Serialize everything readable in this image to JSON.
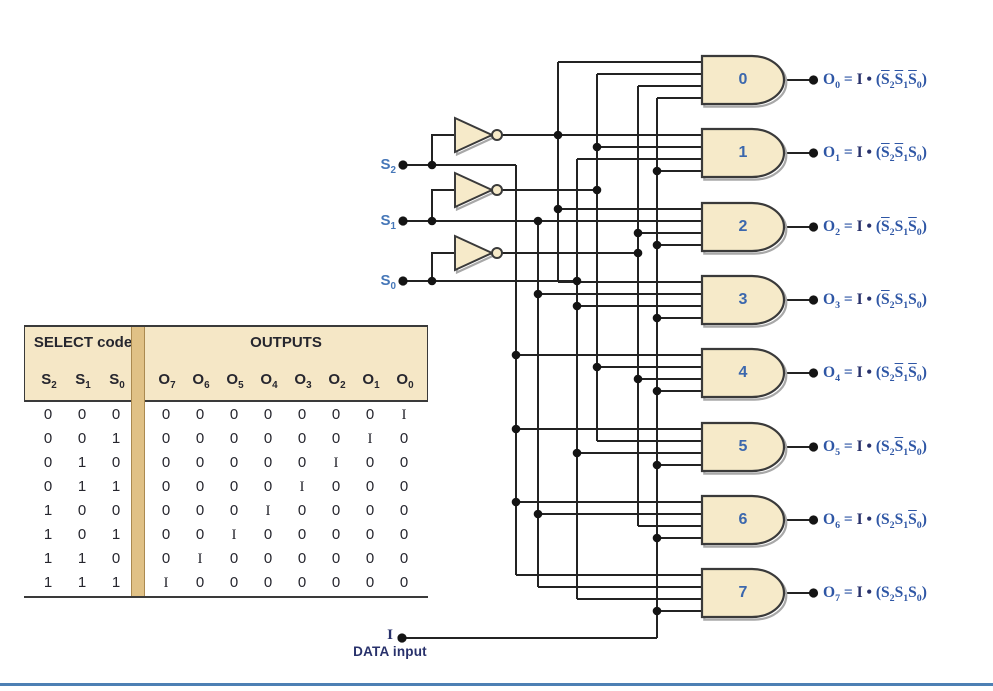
{
  "colors": {
    "cream": "#f6eac9",
    "wire": "#232323",
    "shadow": "#a8a8a8",
    "outline": "#3a3a3a",
    "gold": "#e0c186",
    "gold_edge": "#ab8a50",
    "header_bg": "#f5e7c6",
    "table_border": "#3a3a3a",
    "blue_label": "#4677b8",
    "blue_expr": "#2e56a5",
    "navy": "#28316b",
    "gate_number": "#3b67ad",
    "rule_blue": "#4d80b4",
    "text_dark": "#26262e"
  },
  "table": {
    "select_header": "SELECT code",
    "outputs_header": "OUTPUTS",
    "select_columns": [
      {
        "base": "S",
        "sub": "2"
      },
      {
        "base": "S",
        "sub": "1"
      },
      {
        "base": "S",
        "sub": "0"
      }
    ],
    "output_columns": [
      {
        "base": "O",
        "sub": "7"
      },
      {
        "base": "O",
        "sub": "6"
      },
      {
        "base": "O",
        "sub": "5"
      },
      {
        "base": "O",
        "sub": "4"
      },
      {
        "base": "O",
        "sub": "3"
      },
      {
        "base": "O",
        "sub": "2"
      },
      {
        "base": "O",
        "sub": "1"
      },
      {
        "base": "O",
        "sub": "0"
      }
    ],
    "rows": [
      {
        "select": [
          "0",
          "0",
          "0"
        ],
        "outputs": [
          "0",
          "0",
          "0",
          "0",
          "0",
          "0",
          "0",
          "I"
        ]
      },
      {
        "select": [
          "0",
          "0",
          "1"
        ],
        "outputs": [
          "0",
          "0",
          "0",
          "0",
          "0",
          "0",
          "I",
          "0"
        ]
      },
      {
        "select": [
          "0",
          "1",
          "0"
        ],
        "outputs": [
          "0",
          "0",
          "0",
          "0",
          "0",
          "I",
          "0",
          "0"
        ]
      },
      {
        "select": [
          "0",
          "1",
          "1"
        ],
        "outputs": [
          "0",
          "0",
          "0",
          "0",
          "I",
          "0",
          "0",
          "0"
        ]
      },
      {
        "select": [
          "1",
          "0",
          "0"
        ],
        "outputs": [
          "0",
          "0",
          "0",
          "I",
          "0",
          "0",
          "0",
          "0"
        ]
      },
      {
        "select": [
          "1",
          "0",
          "1"
        ],
        "outputs": [
          "0",
          "0",
          "I",
          "0",
          "0",
          "0",
          "0",
          "0"
        ]
      },
      {
        "select": [
          "1",
          "1",
          "0"
        ],
        "outputs": [
          "0",
          "I",
          "0",
          "0",
          "0",
          "0",
          "0",
          "0"
        ]
      },
      {
        "select": [
          "1",
          "1",
          "1"
        ],
        "outputs": [
          "I",
          "0",
          "0",
          "0",
          "0",
          "0",
          "0",
          "0"
        ]
      }
    ]
  },
  "select_inputs": [
    {
      "base": "S",
      "sub": "2"
    },
    {
      "base": "S",
      "sub": "1"
    },
    {
      "base": "S",
      "sub": "0"
    }
  ],
  "data_input": {
    "symbol": "I",
    "label": "DATA input"
  },
  "expression_parts": {
    "eq": "=",
    "factor": "I",
    "times": "•",
    "open": "(",
    "close": ")"
  },
  "gates": [
    {
      "num": "0",
      "output": {
        "base": "O",
        "sub": "0"
      },
      "terms": [
        {
          "base": "S",
          "sub": "2",
          "bar": true
        },
        {
          "base": "S",
          "sub": "1",
          "bar": true
        },
        {
          "base": "S",
          "sub": "0",
          "bar": true
        }
      ]
    },
    {
      "num": "1",
      "output": {
        "base": "O",
        "sub": "1"
      },
      "terms": [
        {
          "base": "S",
          "sub": "2",
          "bar": true
        },
        {
          "base": "S",
          "sub": "1",
          "bar": true
        },
        {
          "base": "S",
          "sub": "0",
          "bar": false
        }
      ]
    },
    {
      "num": "2",
      "output": {
        "base": "O",
        "sub": "2"
      },
      "terms": [
        {
          "base": "S",
          "sub": "2",
          "bar": true
        },
        {
          "base": "S",
          "sub": "1",
          "bar": false
        },
        {
          "base": "S",
          "sub": "0",
          "bar": true
        }
      ]
    },
    {
      "num": "3",
      "output": {
        "base": "O",
        "sub": "3"
      },
      "terms": [
        {
          "base": "S",
          "sub": "2",
          "bar": true
        },
        {
          "base": "S",
          "sub": "1",
          "bar": false
        },
        {
          "base": "S",
          "sub": "0",
          "bar": false
        }
      ]
    },
    {
      "num": "4",
      "output": {
        "base": "O",
        "sub": "4"
      },
      "terms": [
        {
          "base": "S",
          "sub": "2",
          "bar": false
        },
        {
          "base": "S",
          "sub": "1",
          "bar": true
        },
        {
          "base": "S",
          "sub": "0",
          "bar": true
        }
      ]
    },
    {
      "num": "5",
      "output": {
        "base": "O",
        "sub": "5"
      },
      "terms": [
        {
          "base": "S",
          "sub": "2",
          "bar": false
        },
        {
          "base": "S",
          "sub": "1",
          "bar": true
        },
        {
          "base": "S",
          "sub": "0",
          "bar": false
        }
      ]
    },
    {
      "num": "6",
      "output": {
        "base": "O",
        "sub": "6"
      },
      "terms": [
        {
          "base": "S",
          "sub": "2",
          "bar": false
        },
        {
          "base": "S",
          "sub": "1",
          "bar": false
        },
        {
          "base": "S",
          "sub": "0",
          "bar": true
        }
      ]
    },
    {
      "num": "7",
      "output": {
        "base": "O",
        "sub": "7"
      },
      "terms": [
        {
          "base": "S",
          "sub": "2",
          "bar": false
        },
        {
          "base": "S",
          "sub": "1",
          "bar": false
        },
        {
          "base": "S",
          "sub": "0",
          "bar": false
        }
      ]
    }
  ]
}
